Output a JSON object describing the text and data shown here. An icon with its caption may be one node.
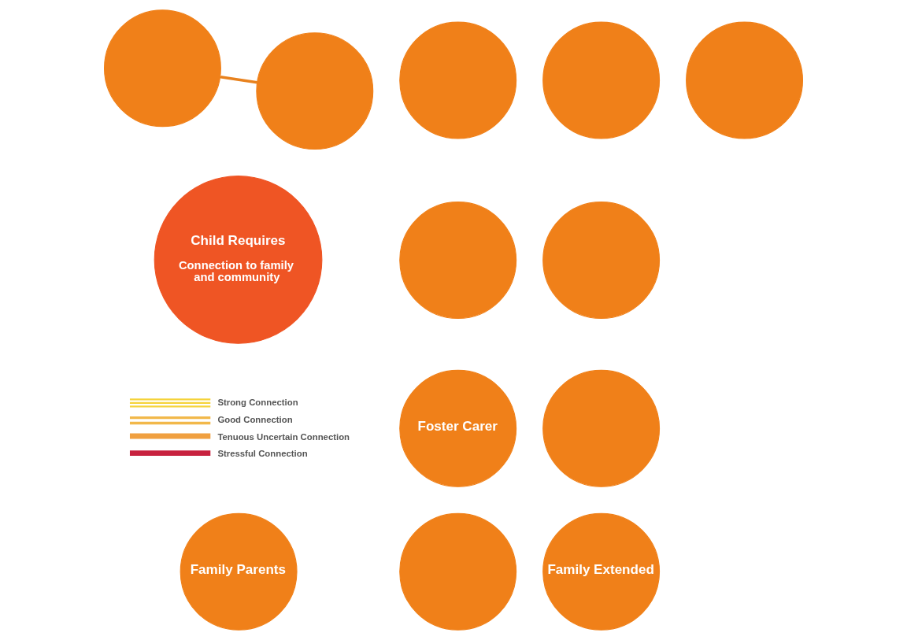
{
  "diagram": {
    "nodes": [
      {
        "text": [],
        "shape": "circle"
      },
      {
        "text": [],
        "shape": "circle"
      },
      {
        "text": [
          "Foster Carer"
        ]
      },
      {
        "text": [],
        "shape": "circle"
      },
      {
        "text": [
          "Family Parents"
        ]
      },
      {
        "text": [
          "Child Requires",
          "Connection to family and community"
        ]
      },
      {
        "text": [],
        "shape": "circle"
      },
      {
        "text": [],
        "shape": "circle"
      },
      {
        "text": [],
        "shape": "circle"
      },
      {
        "text": [],
        "shape": "circle"
      },
      {
        "text": [
          "Family Extended"
        ]
      },
      {
        "text": [],
        "shape": "circle"
      },
      {
        "text": [],
        "shape": "circle"
      }
    ],
    "edges": [
      {
        "from": 8,
        "to": 11,
        "arrow": "none",
        "color": "#e8821e"
      }
    ],
    "legend": [
      {
        "text": "Strong Connection"
      },
      {
        "text": "Good Connection"
      },
      {
        "text": "Tenuous Uncertain Connection"
      },
      {
        "text": "Stressful Connection"
      }
    ]
  }
}
